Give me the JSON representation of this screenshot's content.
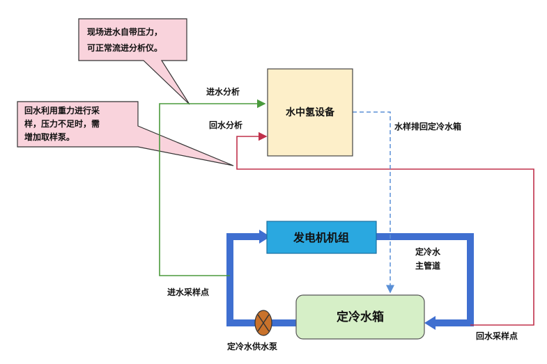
{
  "callouts": {
    "top": {
      "line1": "现场进水自带压力，",
      "line2": "可正常流进分析仪。"
    },
    "left": {
      "line1": "回水利用重力进行采",
      "line2": "样，压力不足时，需",
      "line3": "增加取样泵。"
    }
  },
  "boxes": {
    "analyzer": "水中氢设备",
    "generator": "发电机机组",
    "tank": "定冷水箱"
  },
  "labels": {
    "inlet_analysis": "进水分析",
    "return_analysis": "回水分析",
    "sample_return": "水样排回定冷水箱",
    "main_pipe_line1": "定冷水",
    "main_pipe_line2": "主管道",
    "inlet_sampling_point": "进水采样点",
    "return_sampling_point": "回水采样点",
    "pump": "定冷水供水泵"
  },
  "colors": {
    "green_line": "#4a9a3c",
    "red_line": "#c0304a",
    "blue_pipe": "#3f6fd0",
    "dashed_line": "#5a8fd6",
    "analyzer_fill": "#fdefc9",
    "generator_fill": "#2aa8e0",
    "tank_fill": "#d6efc7",
    "callout_fill": "#f9d3dc",
    "pump_fill": "#c9722b"
  }
}
